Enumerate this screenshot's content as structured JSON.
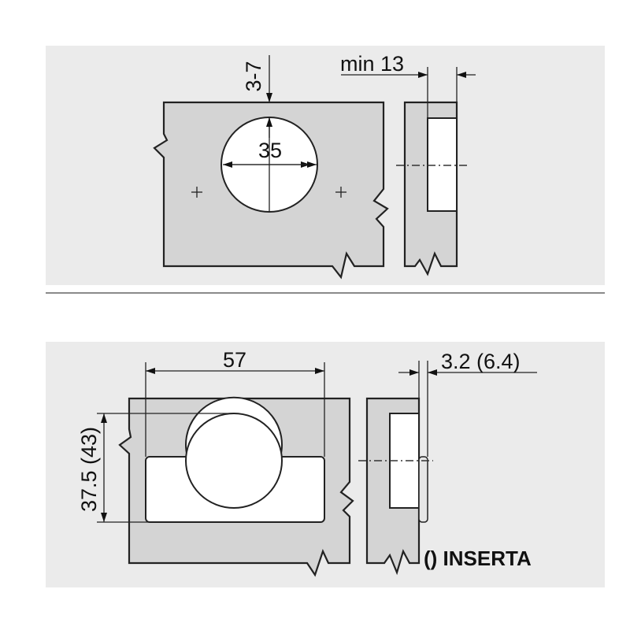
{
  "colors": {
    "panel_background": "#ebebeb",
    "part_fill": "#d4d4d4",
    "line": "#222222",
    "separator": "#8a8a8a"
  },
  "top_view": {
    "dim_edge_distance": "3-7",
    "dim_cup_diameter": "35",
    "dim_min_thickness": "min 13"
  },
  "bottom_view": {
    "dim_width": "57",
    "dim_height": "37.5 (43)",
    "dim_offset": "3.2 (6.4)",
    "note": "() INSERTA"
  }
}
